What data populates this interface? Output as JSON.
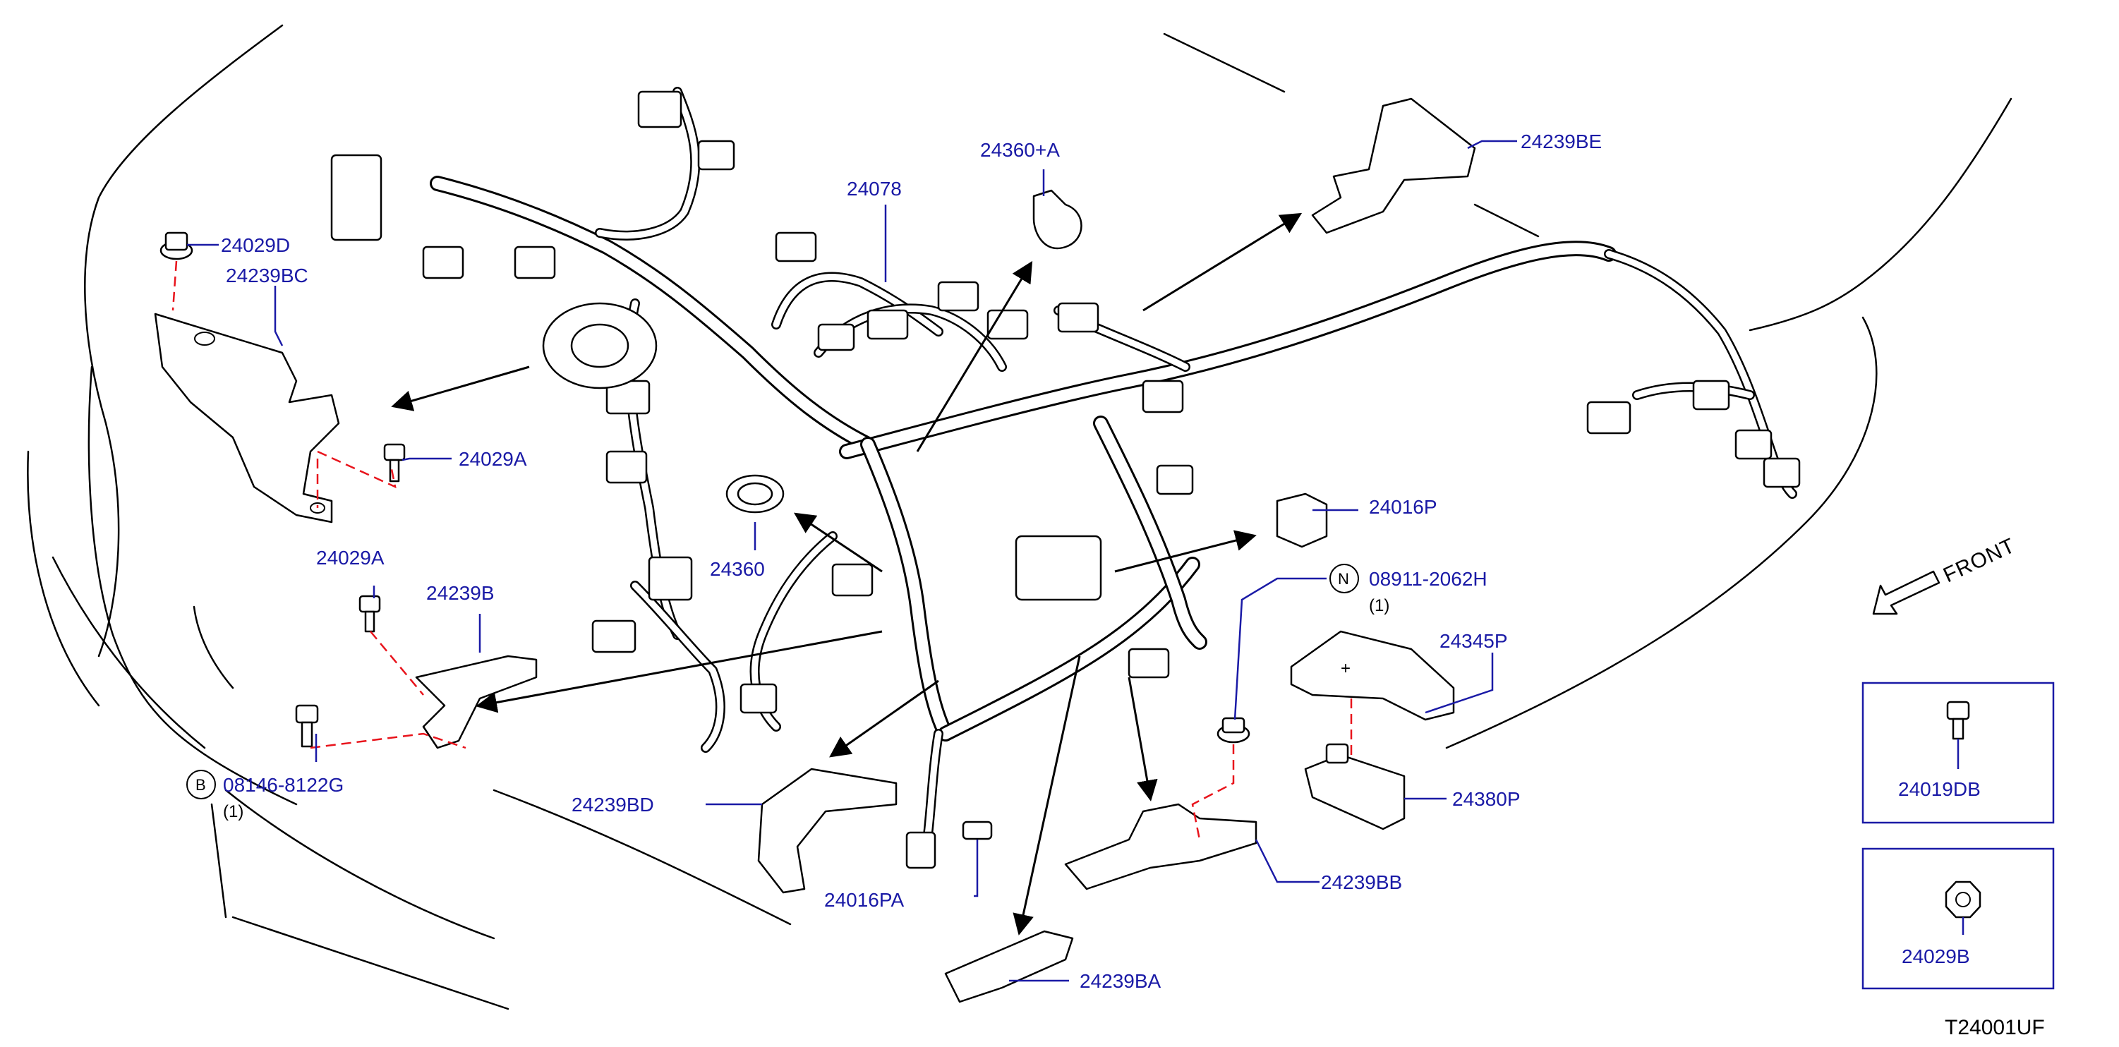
{
  "labels": {
    "p24029D": "24029D",
    "p24239BC": "24239BC",
    "p24029A_top": "24029A",
    "p24029A_left": "24029A",
    "p24239B": "24239B",
    "p08146": "08146-8122G",
    "p08146_qty": "(1)",
    "p08146_mark": "B",
    "p24239BD": "24239BD",
    "p24360": "24360",
    "p24360A": "24360+A",
    "p24078": "24078",
    "p24016PA": "24016PA",
    "p24239BA": "24239BA",
    "p24239BB": "24239BB",
    "p24380P": "24380P",
    "p24345P": "24345P",
    "p08911": "08911-2062H",
    "p08911_qty": "(1)",
    "p08911_mark": "N",
    "p24016P": "24016P",
    "p24239BE": "24239BE",
    "p24019DB": "24019DB",
    "p24029B": "24029B"
  },
  "front_label": "FRONT",
  "diagram_code": "T24001UF",
  "icons": {
    "front_arrow": "front-direction-arrow",
    "callout_mark": "circled-letter"
  },
  "colors": {
    "label": "#1a1aa6",
    "alignment_line": "#e8141c",
    "line_art": "#000000"
  }
}
